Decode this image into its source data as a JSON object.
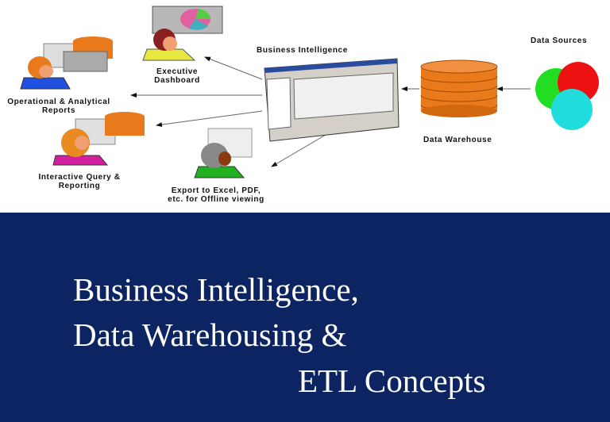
{
  "diagram": {
    "labels": {
      "business_intelligence": "Business Intelligence",
      "data_sources": "Data Sources",
      "data_warehouse": "Data Warehouse",
      "executive_dashboard": [
        "Executive",
        "Dashboard"
      ],
      "operational_reports": [
        "Operational & Analytical",
        "Reports"
      ],
      "interactive_query": [
        "Interactive Query &",
        "Reporting"
      ],
      "export": [
        "Export to Excel, PDF,",
        "etc. for Offline viewing"
      ]
    }
  },
  "title": {
    "lines": [
      "Business Intelligence,",
      "Data Warehousing &",
      "ETL Concepts"
    ]
  },
  "colors": {
    "band": "#0c2461",
    "cylinder": "#e87a1c"
  }
}
